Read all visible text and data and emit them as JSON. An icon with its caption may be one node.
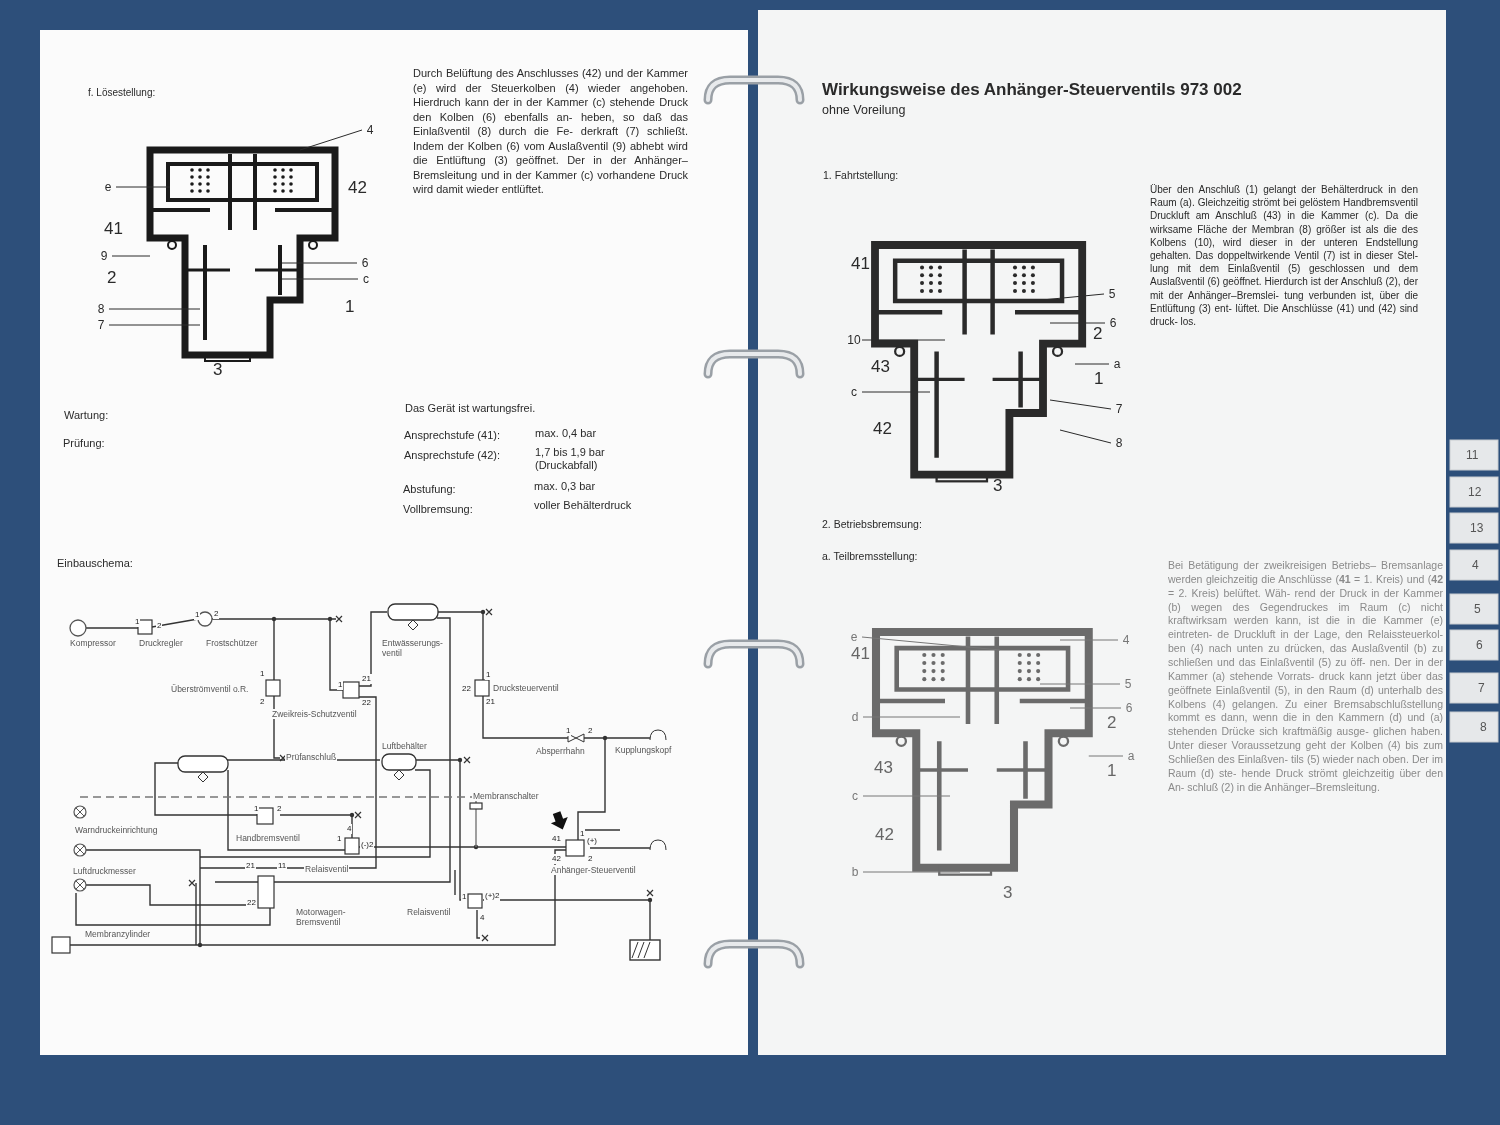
{
  "diagram": {
    "title": "Wirkungsweise des Anhänger-Steuerventils 973 002",
    "nodes": [
      {
        "text": [
          "4"
        ]
      },
      {
        "text": [
          "e"
        ]
      },
      {
        "text": [
          "9"
        ]
      },
      {
        "text": [
          "6"
        ]
      },
      {
        "text": [
          "c"
        ]
      },
      {
        "text": [
          "8"
        ]
      },
      {
        "text": [
          "7"
        ]
      },
      {
        "text": [
          "5"
        ]
      },
      {
        "text": [
          "6"
        ]
      },
      {
        "text": [
          "10"
        ]
      },
      {
        "text": [
          "a"
        ]
      },
      {
        "text": [
          "c"
        ]
      },
      {
        "text": [
          "7"
        ]
      },
      {
        "text": [
          "8"
        ]
      },
      {
        "text": [
          "e"
        ]
      },
      {
        "text": [
          "4"
        ]
      },
      {
        "text": [
          "5"
        ]
      },
      {
        "text": [
          "6"
        ]
      },
      {
        "text": [
          "d"
        ]
      },
      {
        "text": [
          "a"
        ]
      },
      {
        "text": [
          "c"
        ]
      },
      {
        "text": [
          "b"
        ]
      },
      {
        "text": [],
        "shape": "picture"
      },
      {
        "text": [],
        "shape": "picture"
      },
      {
        "text": [],
        "shape": "picture"
      }
    ],
    "edges": [
      {
        "from": 0,
        "to": 22,
        "arrow": "none"
      },
      {
        "from": 1,
        "to": 22,
        "arrow": "none"
      },
      {
        "from": 2,
        "to": 22,
        "arrow": "none"
      },
      {
        "from": 3,
        "to": 22,
        "arrow": "none"
      },
      {
        "from": 4,
        "to": 22,
        "arrow": "none"
      },
      {
        "from": 5,
        "to": 22,
        "arrow": "none"
      },
      {
        "from": 6,
        "to": 22,
        "arrow": "none"
      },
      {
        "from": 7,
        "to": 23,
        "arrow": "none"
      },
      {
        "from": 8,
        "to": 23,
        "arrow": "none"
      },
      {
        "from": 9,
        "to": 23,
        "arrow": "none"
      },
      {
        "from": 10,
        "to": 23,
        "arrow": "none"
      },
      {
        "from": 11,
        "to": 23,
        "arrow": "none"
      },
      {
        "from": 12,
        "to": 23,
        "arrow": "none"
      },
      {
        "from": 13,
        "to": 23,
        "arrow": "none"
      },
      {
        "from": 14,
        "to": 24,
        "arrow": "none"
      },
      {
        "from": 15,
        "to": 24,
        "arrow": "none"
      },
      {
        "from": 16,
        "to": 24,
        "arrow": "none"
      },
      {
        "from": 17,
        "to": 24,
        "arrow": "none"
      },
      {
        "from": 18,
        "to": 24,
        "arrow": "none"
      },
      {
        "from": 19,
        "to": 24,
        "arrow": "none"
      },
      {
        "from": 20,
        "to": 24,
        "arrow": "none"
      },
      {
        "from": 21,
        "to": 24,
        "arrow": "none"
      }
    ],
    "labels": [
      "f. Lösestellung:",
      "Durch Belüftung des Anschlusses (42) und der Kammer (e) wird der Steuerkolben (4) wieder angehoben. Hierdruch kann der in der Kammer (c) stehende Druck den Kolben (6) ebenfalls an- heben, so daß das Einlaßventil (8) durch die Fe- derkraft (7) schließt. Indem der Kolben (6) vom Auslaßventil (9) abhebt wird die Entlüftung (3) geöffnet. Der in der Anhänger–Bremsleitung und in der Kammer (c) vorhandene Druck wird damit wieder entlüftet.",
      "42",
      "41",
      "2",
      "1",
      "3",
      "Wartung:",
      "Das Gerät ist wartungsfrei.",
      "Prüfung:",
      "Ansprechstufe (41):",
      "max. 0,4 bar",
      "Ansprechstufe (42):",
      "1,7 bis 1,9 bar (Druckabfall)",
      "Abstufung:",
      "max. 0,3 bar",
      "Vollbremsung:",
      "voller Behälterdruck",
      "Einbauschema:",
      "Kompressor",
      "Druckregler",
      "Frostschützer",
      "Entwässerungs- ventil",
      "Überströmventil o.R.",
      "Drucksteuerventil",
      "Zweikreis-Schutzventil",
      "Luftbehälter",
      "Prüfanschluß",
      "Absperrhahn",
      "Kupplungskopf",
      "Membranschalter",
      "Warndruckeinrichtung",
      "Handbremsventil",
      "Luftdruckmesser",
      "Relaisventil",
      "Anhänger-Steuerventil",
      "Motorwagen- Bremsventil",
      "Relaisventil",
      "Membranzylinder",
      "1",
      "2",
      "1",
      "2",
      "1",
      "2",
      "1",
      "21",
      "22",
      "1",
      "22",
      "21",
      "1",
      "2",
      "1",
      "2",
      "4",
      "1",
      "(-)2",
      "21",
      "11",
      "22",
      "41",
      "42",
      "1",
      "(+)",
      "2",
      "1",
      "(+)2",
      "4",
      "ohne Voreilung",
      "1. Fahrtstellung:",
      "Über den Anschluß (1) gelangt der Behälterdruck in den Raum (a). Gleichzeitig strömt bei gelöstem Handbremsventil Druckluft am Anschluß (43) in die Kammer (c). Da die wirksame Fläche der Membran (8) größer ist als die des Kolbens (10), wird dieser in der unteren Endstellung gehalten. Das doppeltwirkende Ventil (7) ist in dieser Stel- lung mit dem Einlaßventil (5) geschlossen und dem Auslaßventil (6) geöffnet. Hierdurch ist der Anschluß (2), der mit der Anhänger–Bremslei- tung verbunden ist, über die Entlüftung (3) ent- lüftet. Die Anschlüsse (41) und (42) sind druck- los.",
      "41",
      "2",
      "43",
      "1",
      "42",
      "3",
      "2. Betriebsbremsung:",
      "a. Teilbremsstellung:",
      "Bei Betätigung der zweikreisigen Betriebs– Bremsanlage werden gleichzeitig die Anschlüsse (**41** = 1. Kreis) und (**42** = 2. Kreis) belüftet. Wäh- rend der Druck in der Kammer (b) wegen des Gegendruckes im Raum (c) nicht kraftwirksam werden kann, ist die in die Kammer (e) eintreten- de Druckluft in der Lage, den Relaissteuerkol- ben (4) nach unten zu drücken, das Auslaßventil (b) zu schließen und das Einlaßventil (5) zu öff- nen. Der in der Kammer (a) stehende Vorrats- druck kann jetzt über das geöffnete Einlaßventil (5), in den Raum (d) unterhalb des Kolbens (4) gelangen. Zu einer Bremsabschlußstellung kommt es dann, wenn die in den Kammern (d) und (a) stehenden Drücke sich kraftmäßig ausge- glichen haben. Unter dieser Voraussetzung geht der Kolben (4) bis zum Schließen des Einlaßven- tils (5) wieder nach oben. Der im Raum (d) ste- hende Druck strömt gleichzeitig über den An- schluß (2) in die Anhänger–Bremsleitung.",
      "41",
      "2",
      "43",
      "1",
      "42",
      "3",
      "11",
      "12",
      "13",
      "4",
      "5",
      "6",
      "7",
      "8"
    ]
  }
}
